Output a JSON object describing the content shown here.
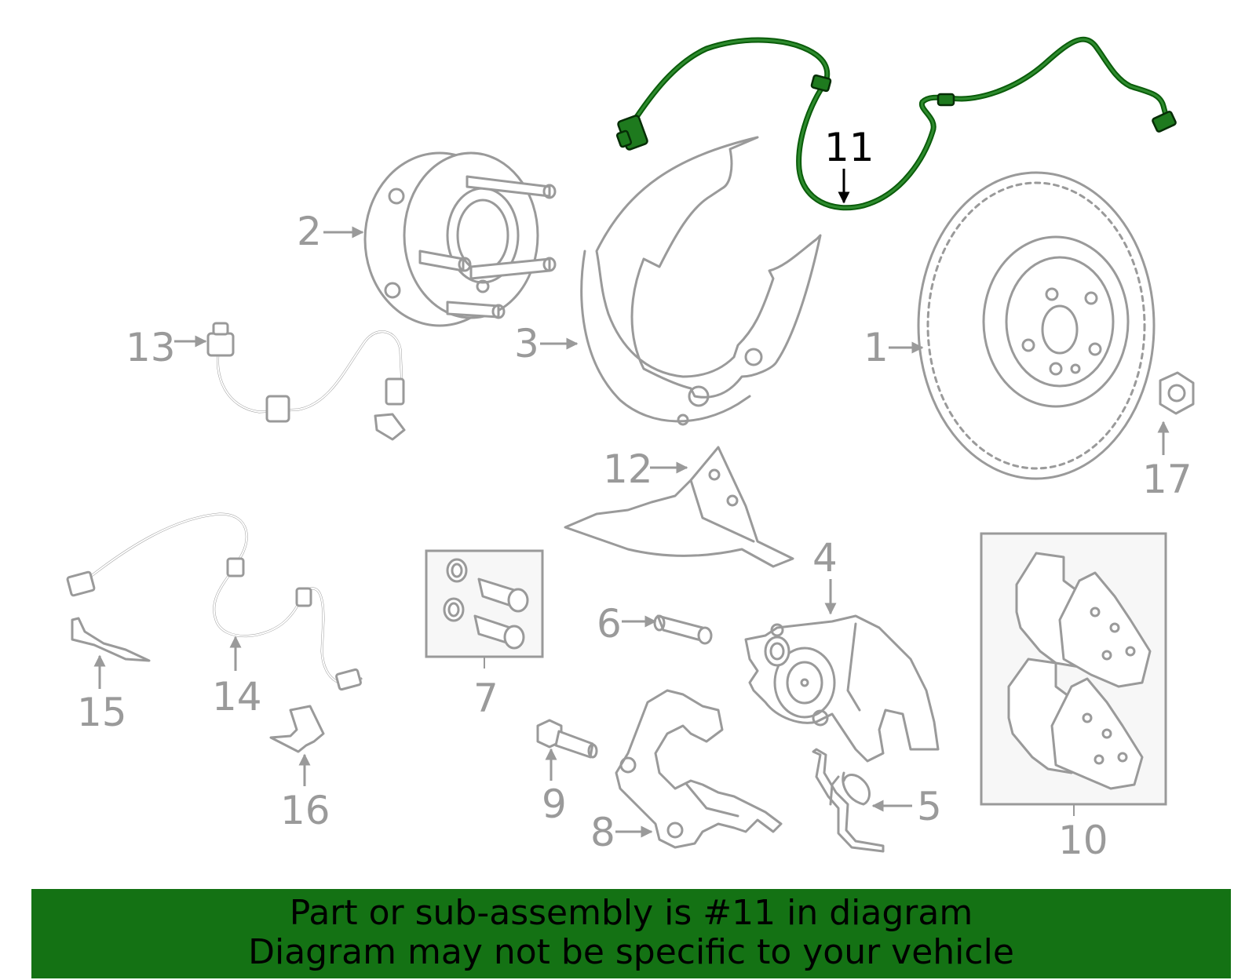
{
  "diagram": {
    "callouts": {
      "c1": "1",
      "c2": "2",
      "c3": "3",
      "c4": "4",
      "c5": "5",
      "c6": "6",
      "c7": "7",
      "c8": "8",
      "c9": "9",
      "c10": "10",
      "c11": "11",
      "c12": "12",
      "c13": "13",
      "c14": "14",
      "c15": "15",
      "c16": "16",
      "c17": "17"
    },
    "highlighted_part": "11",
    "colors": {
      "highlight": "#147214",
      "part_lines": "#9a9a9a",
      "background": "#ffffff"
    }
  },
  "banner": {
    "line1": "Part or sub-assembly is #11 in diagram",
    "line2": "Diagram may not be specific to your vehicle"
  }
}
